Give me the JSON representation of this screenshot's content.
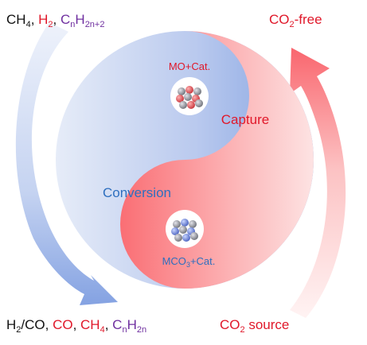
{
  "labels": {
    "top_left": {
      "ch": "CH",
      "sub4": "4",
      "sep1": ", ",
      "h": "H",
      "sub2": "2",
      "sep2": ",  ",
      "cn_c": "C",
      "cn_n": "n",
      "cn_h": "H",
      "cn_2n2": "2n+2"
    },
    "top_right": {
      "co": "CO",
      "sub2": "2",
      "rest": "-free"
    },
    "bottom_left": {
      "h": "H",
      "sub2": "2",
      "slash_co": "/CO, ",
      "co": "CO",
      "sep1": ", ",
      "ch": "CH",
      "sub4": "4",
      "sep2": ", ",
      "cn_c": "C",
      "cn_n": "n",
      "cn_h": "H",
      "cn_2n": "2n"
    },
    "bottom_right": {
      "co": "CO",
      "sub2": "2",
      "rest": " source"
    },
    "capture": "Capture",
    "conversion": "Conversion",
    "mo_cat": "MO+Cat.",
    "mco3": {
      "mco": "MCO",
      "sub3": "3",
      "rest": "+Cat."
    }
  },
  "colors": {
    "red_text": "#e0182a",
    "purple_text": "#7030a0",
    "blue_text": "#2e6fbf",
    "capture_red": "#f86a72",
    "conversion_blue": "#7f9fe0"
  },
  "icons": [
    "catalyst-cluster-icon",
    "catalyst-cluster-icon"
  ]
}
